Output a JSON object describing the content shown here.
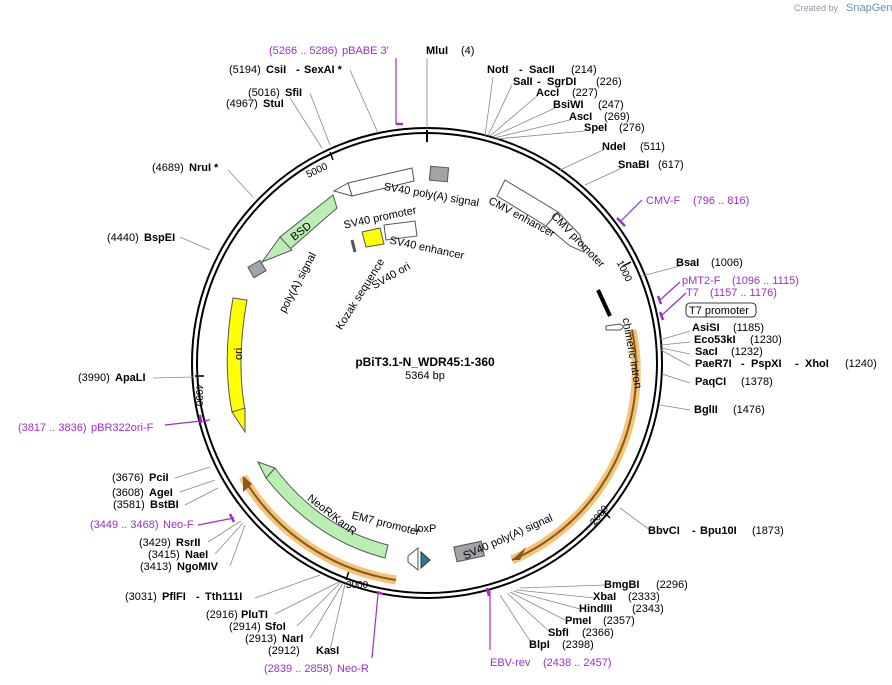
{
  "credit": {
    "prefix": "Created by",
    "brand": "SnapGene"
  },
  "plasmid": {
    "name": "pBiT3.1-N_WDR45:1-360",
    "length": "5364 bp"
  },
  "ticks": [
    "1000",
    "2000",
    "3000",
    "4000",
    "5000"
  ],
  "sites": [
    {
      "name": "MluI",
      "pos": "(4)"
    },
    {
      "name": "NotI",
      "pos": "(214)",
      "extra": "SacII"
    },
    {
      "name": "SalI",
      "pos": "(226)",
      "extra": "SgrDI"
    },
    {
      "name": "AccI",
      "pos": "(227)"
    },
    {
      "name": "BsiWI",
      "pos": "(247)"
    },
    {
      "name": "AscI",
      "pos": "(269)"
    },
    {
      "name": "SpeI",
      "pos": "(276)"
    },
    {
      "name": "NdeI",
      "pos": "(511)"
    },
    {
      "name": "SnaBI",
      "pos": "(617)"
    },
    {
      "name": "BsaI",
      "pos": "(1006)"
    },
    {
      "name": "AsiSI",
      "pos": "(1185)"
    },
    {
      "name": "Eco53kI",
      "pos": "(1230)"
    },
    {
      "name": "SacI",
      "pos": "(1232)"
    },
    {
      "name": "PaeR7I",
      "pos": "(1240)",
      "extra": "PspXI",
      "extra2": "XhoI"
    },
    {
      "name": "PaqCI",
      "pos": "(1378)"
    },
    {
      "name": "BglII",
      "pos": "(1476)"
    },
    {
      "name": "BbvCI",
      "pos": "(1873)",
      "extra": "Bpu10I"
    },
    {
      "name": "BmgBI",
      "pos": "(2296)"
    },
    {
      "name": "XbaI",
      "pos": "(2333)"
    },
    {
      "name": "HindIII",
      "pos": "(2343)"
    },
    {
      "name": "PmeI",
      "pos": "(2357)"
    },
    {
      "name": "SbfI",
      "pos": "(2366)"
    },
    {
      "name": "BlpI",
      "pos": "(2398)"
    },
    {
      "name": "KasI",
      "pos": "(2912)"
    },
    {
      "name": "NarI",
      "pos": "(2913)"
    },
    {
      "name": "SfoI",
      "pos": "(2914)"
    },
    {
      "name": "PluTI",
      "pos": "(2916)"
    },
    {
      "name": "PflFI",
      "pos": "(3031)",
      "extra": "Tth111I"
    },
    {
      "name": "NgoMIV",
      "pos": "(3413)"
    },
    {
      "name": "NaeI",
      "pos": "(3415)"
    },
    {
      "name": "RsrII",
      "pos": "(3429)"
    },
    {
      "name": "BstBI",
      "pos": "(3581)"
    },
    {
      "name": "AgeI",
      "pos": "(3608)"
    },
    {
      "name": "PciI",
      "pos": "(3676)"
    },
    {
      "name": "ApaLI",
      "pos": "(3990)"
    },
    {
      "name": "BspEI",
      "pos": "(4440)"
    },
    {
      "name": "NruI *",
      "pos": "(4689)"
    },
    {
      "name": "StuI",
      "pos": "(4967)"
    },
    {
      "name": "SfiI",
      "pos": "(5016)"
    },
    {
      "name": "CsiI",
      "pos": "(5194)",
      "extra": "SexAI *"
    }
  ],
  "primers": [
    {
      "name": "pBABE 3'",
      "pos": "(5266 .. 5286)"
    },
    {
      "name": "CMV-F",
      "pos": "(796 .. 816)"
    },
    {
      "name": "pMT2-F",
      "pos": "(1096 .. 1115)"
    },
    {
      "name": "T7",
      "pos": "(1157 .. 1176)"
    },
    {
      "name": "pBR322ori-F",
      "pos": "(3817 .. 3836)"
    },
    {
      "name": "Neo-F",
      "pos": "(3449 .. 3468)"
    },
    {
      "name": "EBV-rev",
      "pos": "(2438 .. 2457)"
    },
    {
      "name": "Neo-R",
      "pos": "(2839 .. 2858)"
    }
  ],
  "features": {
    "sv40_polya_top": "SV40 poly(A) signal",
    "cmv_enhancer": "CMV enhancer",
    "cmv_promoter": "CMV promoter",
    "chimeric_intron": "chimeric intron",
    "t7_promoter": "T7 promoter",
    "sv40_promoter": "SV40 promoter",
    "sv40_enhancer": "SV40 enhancer",
    "sv40_ori": "SV40 ori",
    "kozak": "Kozak sequence",
    "bsd": "BSD",
    "polya": "poly(A) signal",
    "ori": "ori",
    "neor": "NeoR/KanR",
    "em7": "EM7 promoter",
    "loxp": "loxP",
    "sv40_polya_bottom": "SV40 poly(A) signal"
  },
  "colors": {
    "primer": "#9b2fc9",
    "resistance": "#b9f0b2",
    "ori": "#ffff00",
    "promoter": "#ffffff",
    "polya": "#a0a4a8",
    "insert_highlight": "#f4c37a",
    "loxp": "#1f7f9a"
  }
}
